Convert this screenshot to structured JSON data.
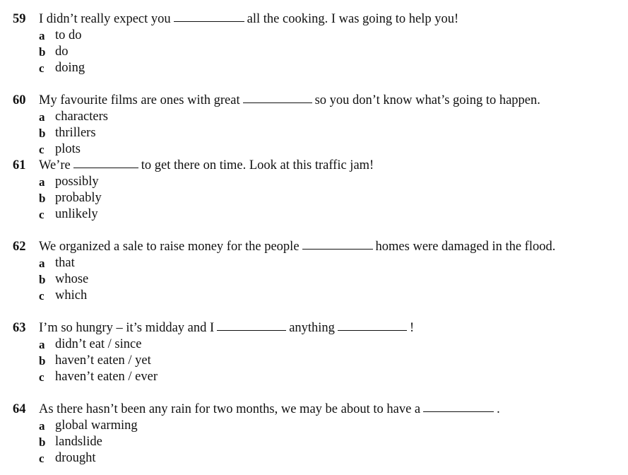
{
  "questions": [
    {
      "number": "59",
      "parts": [
        "I didn’t really expect you",
        "all the cooking. I was going to help you!"
      ],
      "options": [
        {
          "letter": "a",
          "text": "to do"
        },
        {
          "letter": "b",
          "text": "do"
        },
        {
          "letter": "c",
          "text": "doing"
        }
      ]
    },
    {
      "number": "60",
      "parts": [
        "My favourite films are ones with great",
        "so you don’t know what’s going to happen."
      ],
      "options": [
        {
          "letter": "a",
          "text": "characters"
        },
        {
          "letter": "b",
          "text": "thrillers"
        },
        {
          "letter": "c",
          "text": "plots"
        }
      ]
    },
    {
      "number": "61",
      "parts": [
        "We’re",
        "to get there on time. Look at this traffic jam!"
      ],
      "options": [
        {
          "letter": "a",
          "text": "possibly"
        },
        {
          "letter": "b",
          "text": "probably"
        },
        {
          "letter": "c",
          "text": "unlikely"
        }
      ]
    },
    {
      "number": "62",
      "parts": [
        "We organized a sale to raise money for the people",
        "homes were damaged in the flood."
      ],
      "options": [
        {
          "letter": "a",
          "text": "that"
        },
        {
          "letter": "b",
          "text": "whose"
        },
        {
          "letter": "c",
          "text": "which"
        }
      ]
    },
    {
      "number": "63",
      "parts": [
        "I’m so hungry – it’s midday and I",
        "anything",
        "!"
      ],
      "options": [
        {
          "letter": "a",
          "text": "didn’t eat / since"
        },
        {
          "letter": "b",
          "text": "haven’t eaten / yet"
        },
        {
          "letter": "c",
          "text": "haven’t eaten / ever"
        }
      ]
    },
    {
      "number": "64",
      "parts": [
        "As there hasn’t been any rain for two months, we may be about to have a",
        "."
      ],
      "options": [
        {
          "letter": "a",
          "text": "global warming"
        },
        {
          "letter": "b",
          "text": "landslide"
        },
        {
          "letter": "c",
          "text": "drought"
        }
      ]
    }
  ]
}
